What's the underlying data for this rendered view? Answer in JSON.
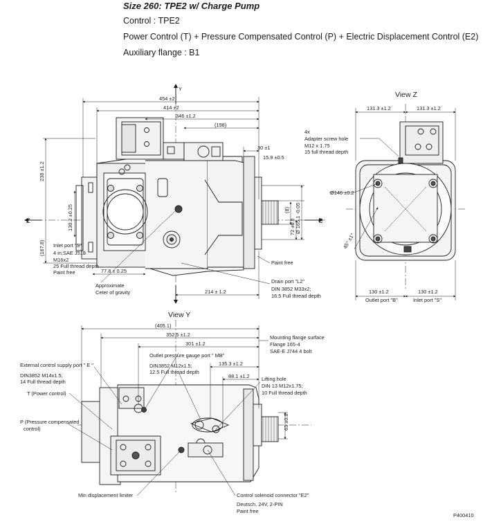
{
  "header": {
    "title": "Size 260: TPE2 w/ Charge Pump",
    "control": "Control : TPE2",
    "power_control": "Power Control (T) + Pressure Compensated Control (P) + Electric Displacement Control (E2)",
    "aux_flange": "Auxiliary flange : B1"
  },
  "views": {
    "z": "View Z",
    "y": "View Y"
  },
  "axes": {
    "y": "Y",
    "z": "Z",
    "c": "C"
  },
  "dims_side": {
    "d454": "454 ±2",
    "d414": "414 ±2",
    "d346": "346 ±1.2",
    "d198": "(198)",
    "d30": "30 ±1",
    "d15_9": "15.9 ±0.5",
    "d238": "238 ±1.2",
    "d130_2": "130.2 ±0.25",
    "d167_8": "(167.8)",
    "d77_8": "77.8 ± 0.25",
    "d214": "214 ± 1.2",
    "d72": "72 ±0.8",
    "d8": "(8)",
    "d165": "Ø 165.1 -0.05"
  },
  "dims_front": {
    "d131_3_left": "131.3 ±1.2",
    "d131_3_right": "131.3 ±1.2",
    "d146": "Ø146 ±0.2",
    "d45": "45° ±1°",
    "d130_left": "130 ±1.2",
    "d130_right": "130 ±1.2"
  },
  "dims_top": {
    "d405": "(405.1)",
    "d352_5": "352.5 ±1.2",
    "d301": "301 ±1.2",
    "d135_3": "135.3 ±1.2",
    "d88_1": "88.1 ±1.2",
    "d63": "63 ±0.8"
  },
  "labels": {
    "inlet_s": "Inlet port \"S\"",
    "inlet_s_l1": "4 in;SAE J518",
    "inlet_s_l2": "M16x2",
    "inlet_s_l3": "25 Full thread depth",
    "inlet_s_l4": "Paint free",
    "cog_l1": "Approximate",
    "cog_l2": "Ceter of gravity",
    "paint_free": "Paint free",
    "drain_l1": "Drain port \"L2\"",
    "drain_l2": "DIN 3852 M33x2;",
    "drain_l3": "16.5 Full thread depth",
    "adapter_l1": "4x",
    "adapter_l2": "Adapter screw hole",
    "adapter_l3": "M12 x 1.75",
    "adapter_l4": "15 full thread depth",
    "outlet_b": "Outlet port \"B\"",
    "inlet_s2": "Inlet port \"S\"",
    "mount_l1": "Mounting flange surface",
    "mount_l2": "Flange 165-4",
    "mount_l3": "SAE-E J744 4 bolt",
    "mb_l1": "Outlet pressure gauge port \" MB\"",
    "mb_l2": "DIN3852 M12x1.5;",
    "mb_l3": "12.5 Full thread depth",
    "ext_l1": "External control supply port \" E \"",
    "ext_l2": "DIN3852 M14x1.5;",
    "ext_l3": "14 Full thread depth",
    "t_control": "T (Power control)",
    "p_l1": "P (Pressure compensated",
    "p_l2": "control)",
    "lift_l1": "Lifting hole",
    "lift_l2": "DIN 13 M12x1.75;",
    "lift_l3": "10 Full thread depth",
    "min_disp": "Min displacement limiter",
    "sol_l1": "Control solenoid connector \"E2\"",
    "sol_l2": "Deutsch, 24V, 2-PIN",
    "sol_l3": "Paint free"
  },
  "footer_code": "P400410"
}
